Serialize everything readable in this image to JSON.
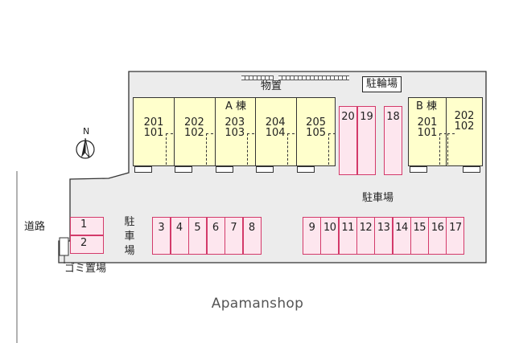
{
  "labels": {
    "storage": "物置",
    "bicycle_parking": "駐輪場",
    "building_a": "A 棟",
    "building_b": "B 棟",
    "parking_lot": "駐車場",
    "parking_vertical": "駐\n車\n場",
    "road": "道路",
    "garbage": "ゴミ置場",
    "north": "N"
  },
  "building_a_units": [
    {
      "top": "201",
      "bottom": "101"
    },
    {
      "top": "202",
      "bottom": "102"
    },
    {
      "top": "203",
      "bottom": "103"
    },
    {
      "top": "204",
      "bottom": "104"
    },
    {
      "top": "205",
      "bottom": "105"
    }
  ],
  "building_b_units": [
    {
      "top": "201",
      "bottom": "101"
    },
    {
      "top": "202",
      "bottom": "102"
    }
  ],
  "parking": {
    "upper_left": [
      "20",
      "19"
    ],
    "upper_right": [
      "18"
    ],
    "left_column": [
      "1",
      "2"
    ],
    "middle_row": [
      "3",
      "4",
      "5",
      "6",
      "7",
      "8"
    ],
    "right_row": [
      "9",
      "10",
      "11",
      "12",
      "13",
      "14",
      "15",
      "16",
      "17"
    ]
  },
  "watermark": "Apamanshop",
  "colors": {
    "site": "#ececec",
    "building": "#ffffcc",
    "parking_fill": "#fde6ee",
    "parking_border": "#d33a6a"
  }
}
